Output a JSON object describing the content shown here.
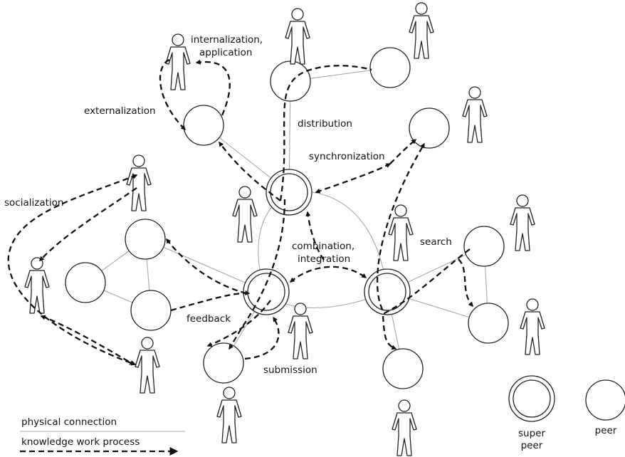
{
  "process_labels": {
    "internalization": "internalization,",
    "application": "application",
    "externalization": "externalization",
    "distribution": "distribution",
    "synchronization": "synchronization",
    "socialization": "socialization",
    "combination": "combination,",
    "integration": "integration",
    "search": "search",
    "feedback": "feedback",
    "submission": "submission"
  },
  "legend": {
    "physical_connection": "physical connection",
    "knowledge_work_process": "knowledge work process",
    "super": "super",
    "peer_line2": "peer",
    "peer": "peer"
  },
  "colors": {
    "physical_connection": "#a8a8a8",
    "knowledge_flow": "#111111",
    "node_outline": "#222222"
  }
}
